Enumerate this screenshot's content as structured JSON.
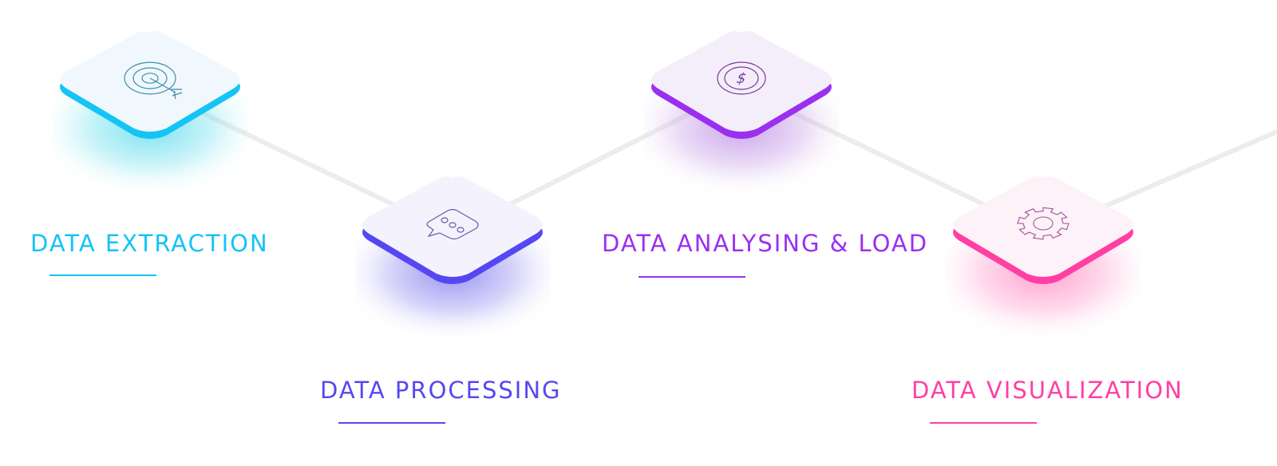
{
  "steps": [
    {
      "label": "DATA EXTRACTION",
      "icon": "target-icon",
      "color": "#13c4f5",
      "glow": "#6fe0ee",
      "face": "#f1f8fd"
    },
    {
      "label": "DATA PROCESSING",
      "icon": "chat-bubble-icon",
      "color": "#5548f2",
      "glow": "#8f8af0",
      "face": "#f4f3fd"
    },
    {
      "label": "DATA ANALYSING & LOAD",
      "icon": "dollar-coin-icon",
      "color": "#9b2ff0",
      "glow": "#c69ce8",
      "face": "#f4eefa"
    },
    {
      "label": "DATA VISUALIZATION",
      "icon": "gear-icon",
      "color": "#ff3fa4",
      "glow": "#ff9acb",
      "face": "#fdf2f7"
    }
  ]
}
